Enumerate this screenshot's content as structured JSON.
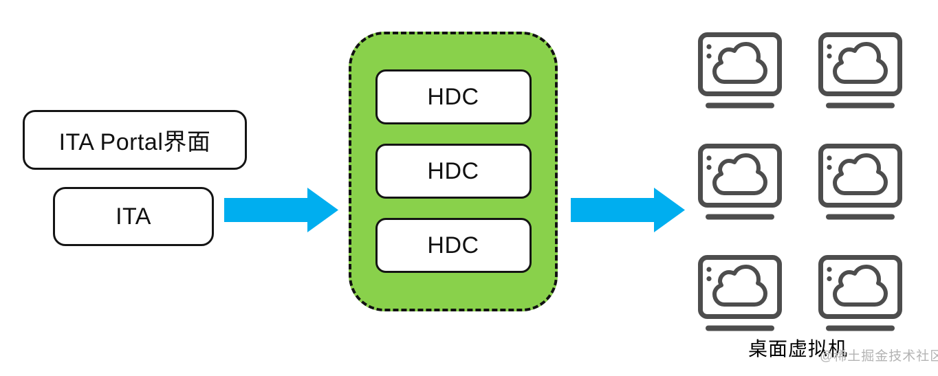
{
  "left": {
    "portal_label": "ITA Portal界面",
    "ita_label": "ITA"
  },
  "middle": {
    "hdc_boxes": [
      "HDC",
      "HDC",
      "HDC"
    ]
  },
  "right": {
    "vm_count": 6,
    "caption": "桌面虚拟机"
  },
  "watermark": "@稀土掘金技术社区",
  "colors": {
    "cluster_green": "#89D14B",
    "arrow_blue": "#00AEEF",
    "monitor_gray": "#4D4D4D",
    "border_black": "#141414",
    "watermark_gray": "#B3B3B3"
  },
  "icons": {
    "vm": "cloud-desktop-icon",
    "arrow": "arrow-right-icon"
  }
}
